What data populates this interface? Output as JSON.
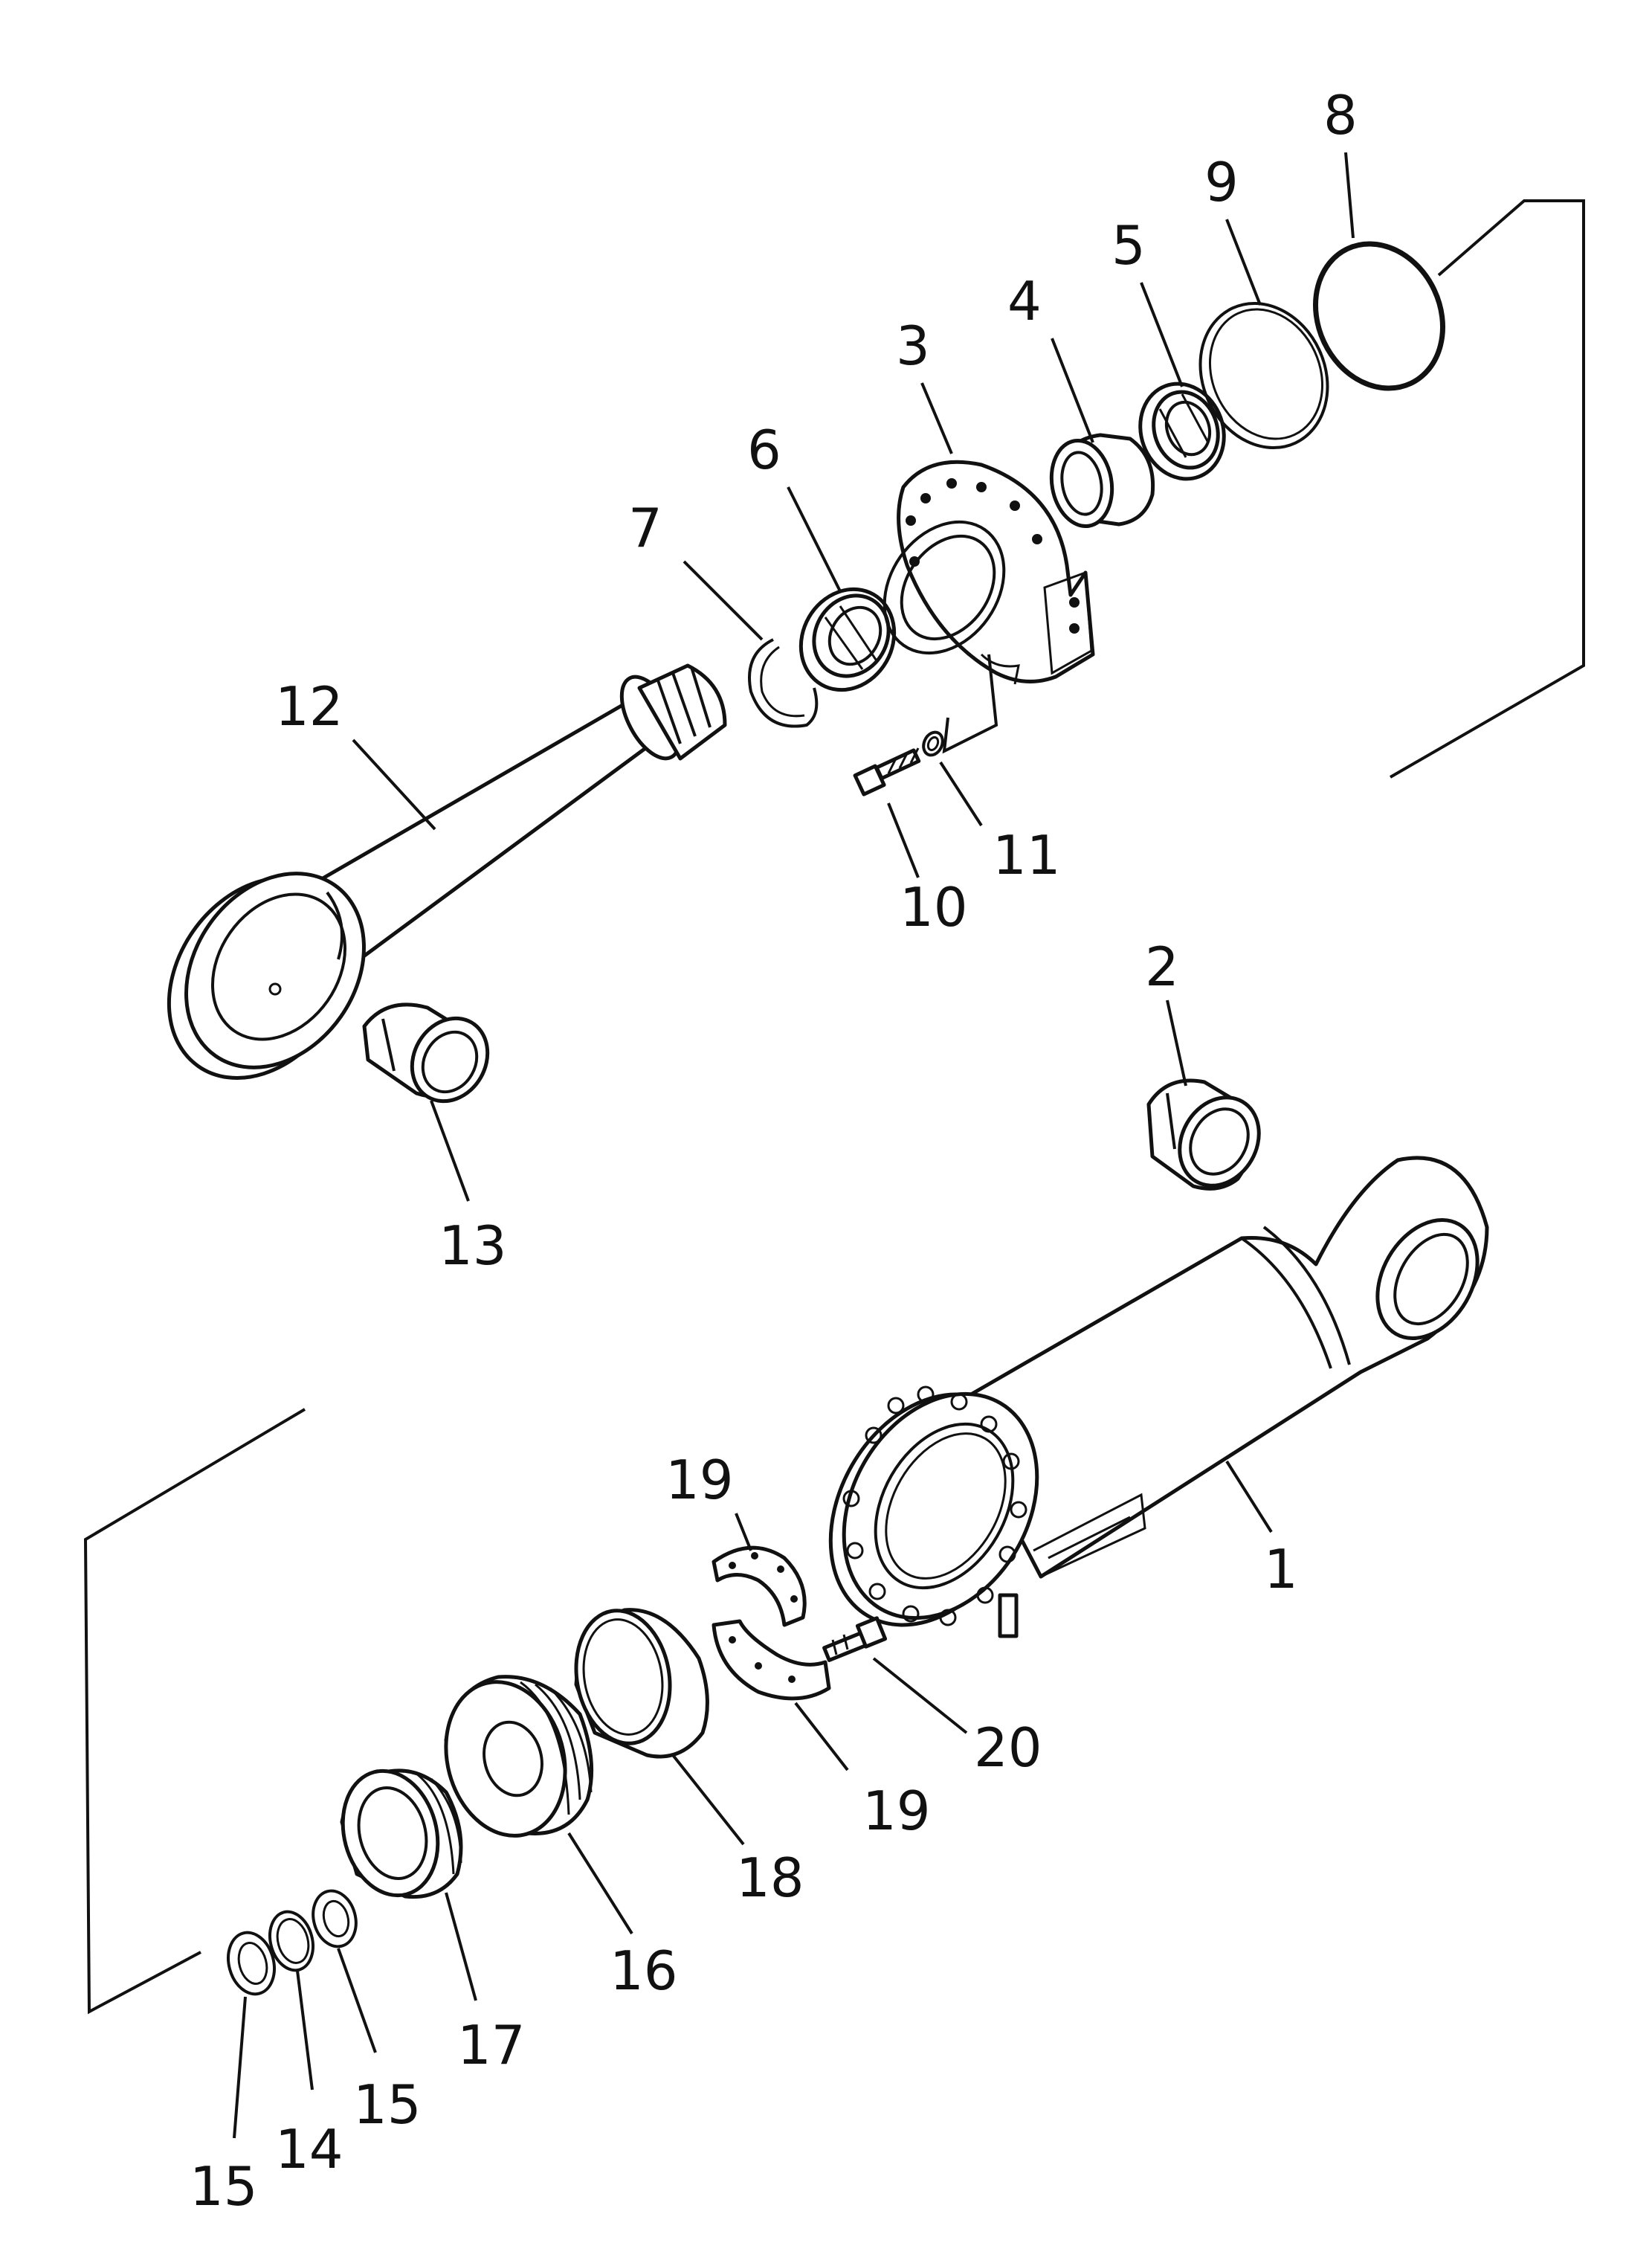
{
  "callouts": {
    "c1": "1",
    "c2": "2",
    "c3": "3",
    "c4": "4",
    "c5": "5",
    "c6": "6",
    "c7": "7",
    "c8": "8",
    "c9": "9",
    "c10": "10",
    "c11": "11",
    "c12": "12",
    "c13": "13",
    "c14": "14",
    "c15a": "15",
    "c15b": "15",
    "c16": "16",
    "c17": "17",
    "c18": "18",
    "c19a": "19",
    "c19b": "19",
    "c20": "20"
  }
}
